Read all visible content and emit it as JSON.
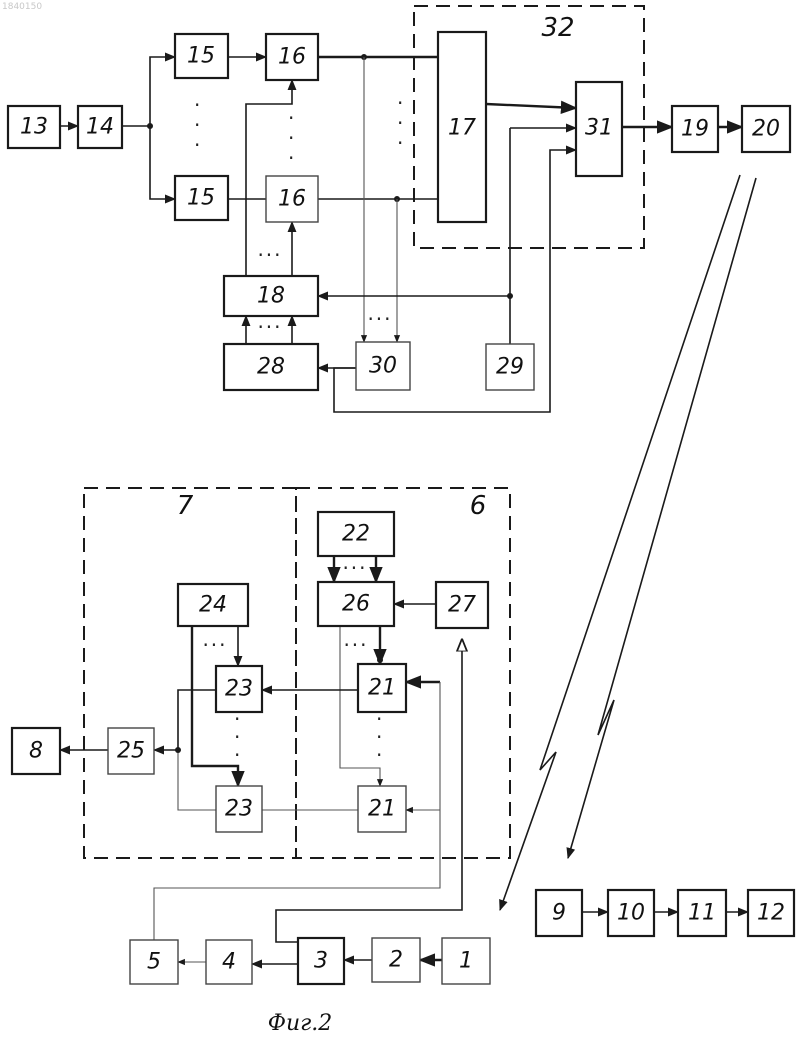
{
  "watermark": "1840150",
  "caption": "Фиг.2",
  "group_labels": {
    "g32": "32",
    "g7": "7",
    "g6": "6"
  },
  "blocks": {
    "b13": "13",
    "b14": "14",
    "b15a": "15",
    "b15b": "15",
    "b16a": "16",
    "b16b": "16",
    "b17": "17",
    "b18": "18",
    "b28": "28",
    "b30": "30",
    "b29": "29",
    "b31": "31",
    "b19": "19",
    "b20": "20",
    "b22": "22",
    "b26": "26",
    "b27": "27",
    "b24": "24",
    "b23a": "23",
    "b23b": "23",
    "b21a": "21",
    "b21b": "21",
    "b25": "25",
    "b8": "8",
    "b5": "5",
    "b4": "4",
    "b3": "3",
    "b2": "2",
    "b1": "1",
    "b9": "9",
    "b10": "10",
    "b11": "11",
    "b12": "12"
  }
}
